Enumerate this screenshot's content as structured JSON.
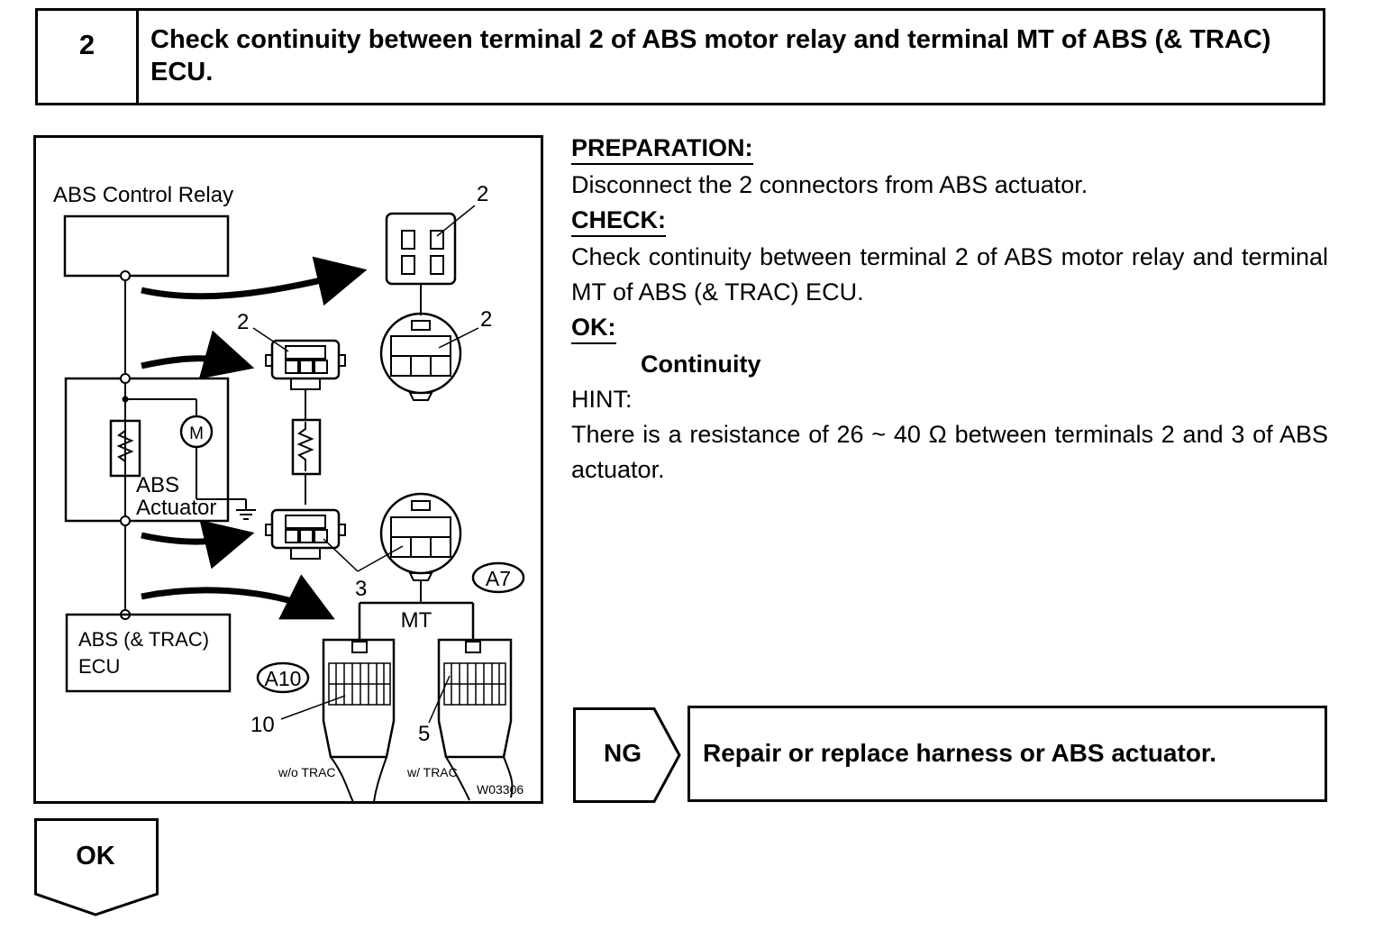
{
  "step": {
    "number": "2",
    "title": "Check continuity between terminal 2 of ABS motor relay and terminal MT of ABS (& TRAC) ECU."
  },
  "diagram": {
    "relay_label": "ABS Control Relay",
    "actuator_label_1": "ABS",
    "actuator_label_2": "Actuator",
    "ecu_label_1": "ABS (& TRAC)",
    "ecu_label_2": "ECU",
    "motor_symbol": "M",
    "pin_2_a": "2",
    "pin_2_b": "2",
    "pin_2_c": "2",
    "pin_3": "3",
    "pin_mt": "MT",
    "pin_10": "10",
    "pin_5": "5",
    "connector_a7": "A7",
    "connector_a10": "A10",
    "wo_trac": "w/o TRAC",
    "w_trac": "w/ TRAC",
    "figure_code": "W03306"
  },
  "instructions": {
    "preparation_heading": "PREPARATION:",
    "preparation_text": "Disconnect the 2 connectors from ABS actuator.",
    "check_heading": "CHECK:",
    "check_text": "Check continuity between terminal 2 of ABS motor relay and terminal MT of ABS (& TRAC) ECU.",
    "ok_heading": "OK:",
    "ok_text": "Continuity",
    "hint_heading": "HINT:",
    "hint_text": "There is a resistance of 26 ~ 40 Ω between terminals 2 and 3 of ABS actuator."
  },
  "result_ng": {
    "label": "NG",
    "action": "Repair or replace harness or ABS actuator."
  },
  "result_ok": {
    "label": "OK"
  }
}
